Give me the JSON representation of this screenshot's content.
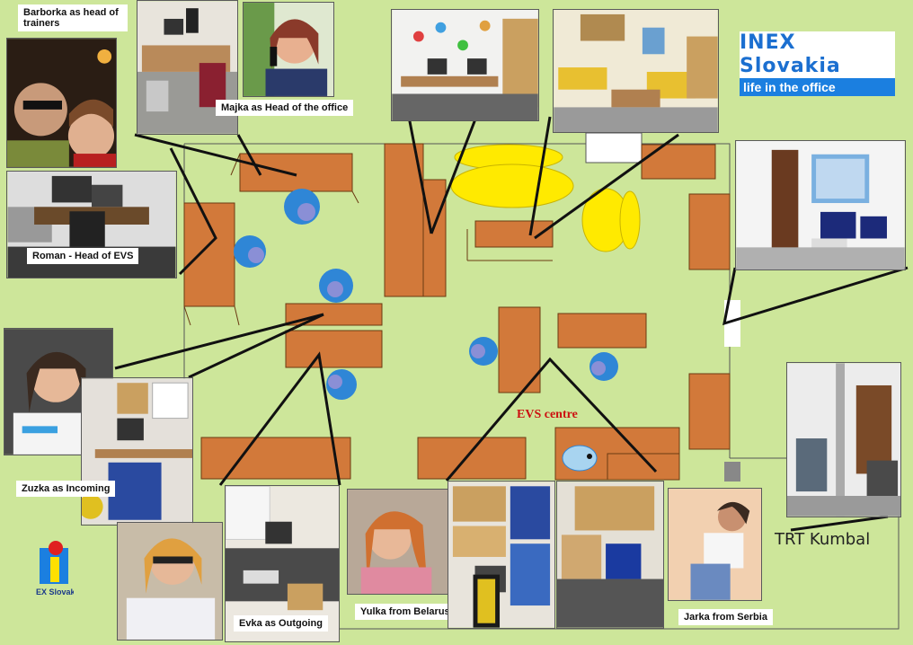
{
  "header": {
    "brand_title": "INEX Slovakia",
    "brand_subtitle": "life in the office"
  },
  "rooms": {
    "evs_centre": "EVS centre",
    "trt_kumbal": "TRT Kumbal"
  },
  "people": {
    "barborka": "Barborka as head of trainers",
    "majka": "Majka as Head of the office",
    "roman": "Roman - Head of EVS",
    "zuzka": "Zuzka as Incoming",
    "evka": "Evka as Outgoing",
    "yulka": "Yulka from Belarus",
    "jarka": "Jarka from Serbia"
  },
  "corner_logo": {
    "text": "INEX Slovakia"
  },
  "colors": {
    "background": "#cde69a",
    "desk": "#d2793a",
    "desk_edge": "#6b3a12",
    "chair": "#2f86d6",
    "chair_seat": "#8a8fd6",
    "table_yellow": "#ffea00",
    "title_red": "#cc1111",
    "brand_blue": "#1b7fe0"
  }
}
